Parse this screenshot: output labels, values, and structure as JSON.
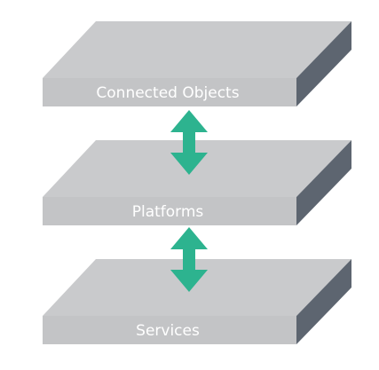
{
  "diagram": {
    "layers": [
      {
        "id": "connected-objects",
        "label": "Connected Objects"
      },
      {
        "id": "platforms",
        "label": "Platforms"
      },
      {
        "id": "services",
        "label": "Services"
      }
    ],
    "connectors": [
      {
        "from": "connected-objects",
        "to": "platforms",
        "direction": "bidirectional"
      },
      {
        "from": "platforms",
        "to": "services",
        "direction": "bidirectional"
      }
    ],
    "colors": {
      "slab_top": "#c9cacc",
      "slab_front": "#c3c4c6",
      "slab_side": "#5d6570",
      "arrow": "#2db38f",
      "label": "#ffffff"
    }
  }
}
